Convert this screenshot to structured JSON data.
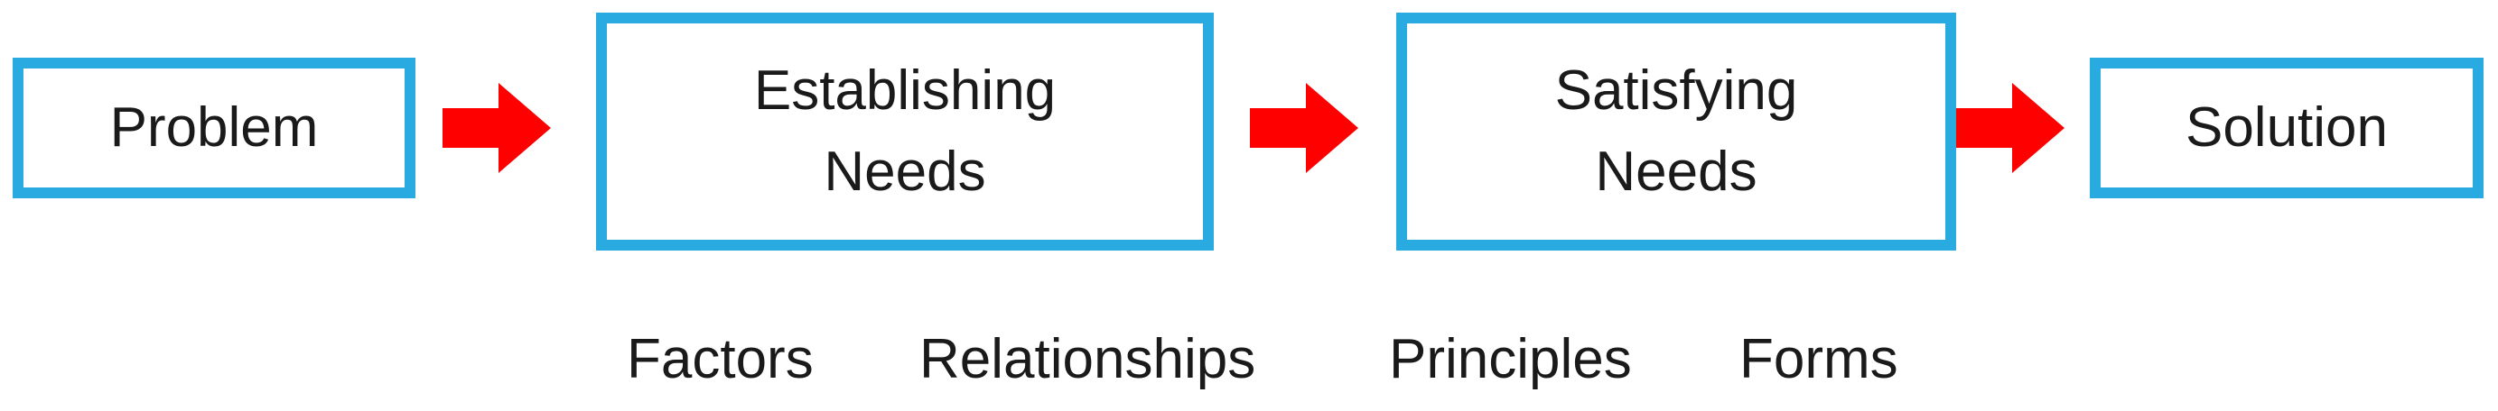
{
  "diagram": {
    "steps": [
      {
        "label": "Problem"
      },
      {
        "label": "Establishing\nNeeds"
      },
      {
        "label": "Satisfying\nNeeds"
      },
      {
        "label": "Solution"
      }
    ],
    "sub_labels": {
      "factors": "Factors",
      "relationships": "Relationships",
      "principles": "Principles",
      "forms": "Forms"
    },
    "colors": {
      "box_border": "#29abe2",
      "arrow": "#ff0000",
      "text": "#1a1a1a"
    }
  }
}
